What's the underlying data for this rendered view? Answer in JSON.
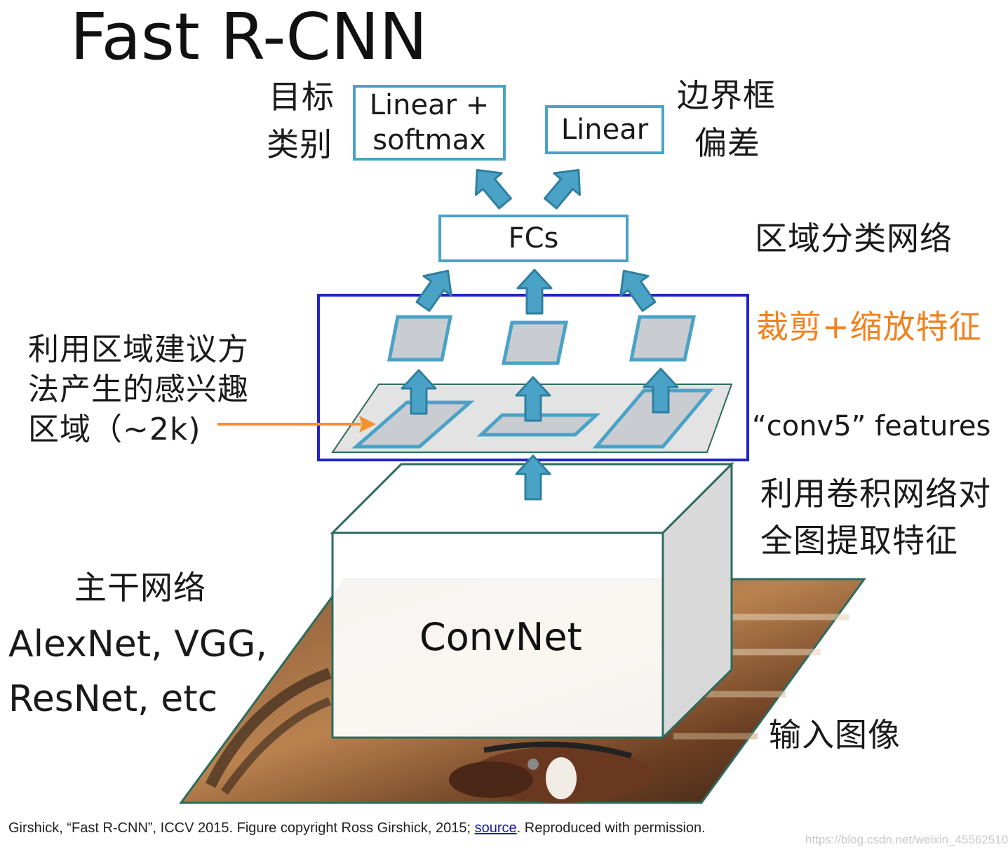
{
  "title": "Fast R-CNN",
  "labels": {
    "target_class_line1": "目标",
    "target_class_line2": "类别",
    "bbox_offset_line1": "边界框",
    "bbox_offset_line2": "偏差",
    "region_classification_net": "区域分类网络",
    "crop_resize_features": "裁剪+缩放特征",
    "conv5_features": "“conv5” features",
    "roi_line1": "利用区域建议方",
    "roi_line2": "法产生的感兴趣",
    "roi_line3": "区域（~2k)",
    "conv_feature_line1": "利用卷积网络对",
    "conv_feature_line2": "全图提取特征",
    "backbone_title": "主干网络",
    "backbone_line1": "AlexNet, VGG,",
    "backbone_line2": "ResNet, etc",
    "input_image": "输入图像"
  },
  "boxes": {
    "softmax_line1": "Linear +",
    "softmax_line2": "softmax",
    "linear": "Linear",
    "fcs": "FCs",
    "convnet": "ConvNet"
  },
  "footer": {
    "prefix": "Girshick, “Fast R-CNN”, ICCV 2015. Figure copyright Ross Girshick, 2015; ",
    "link": "source",
    "suffix": ". Reproduced with permission."
  },
  "watermark": "https://blog.csdn.net/weixin_45562510",
  "colors": {
    "box_border": "#4aa3c6",
    "arrow_fill": "#4aa3c6",
    "arrow_stroke": "#2f7fa0",
    "roi_frame": "#1f24c8",
    "crop_label": "#f0821e",
    "pointer_arrow": "#f5922b",
    "feature_cell": "#c9cdd2"
  }
}
